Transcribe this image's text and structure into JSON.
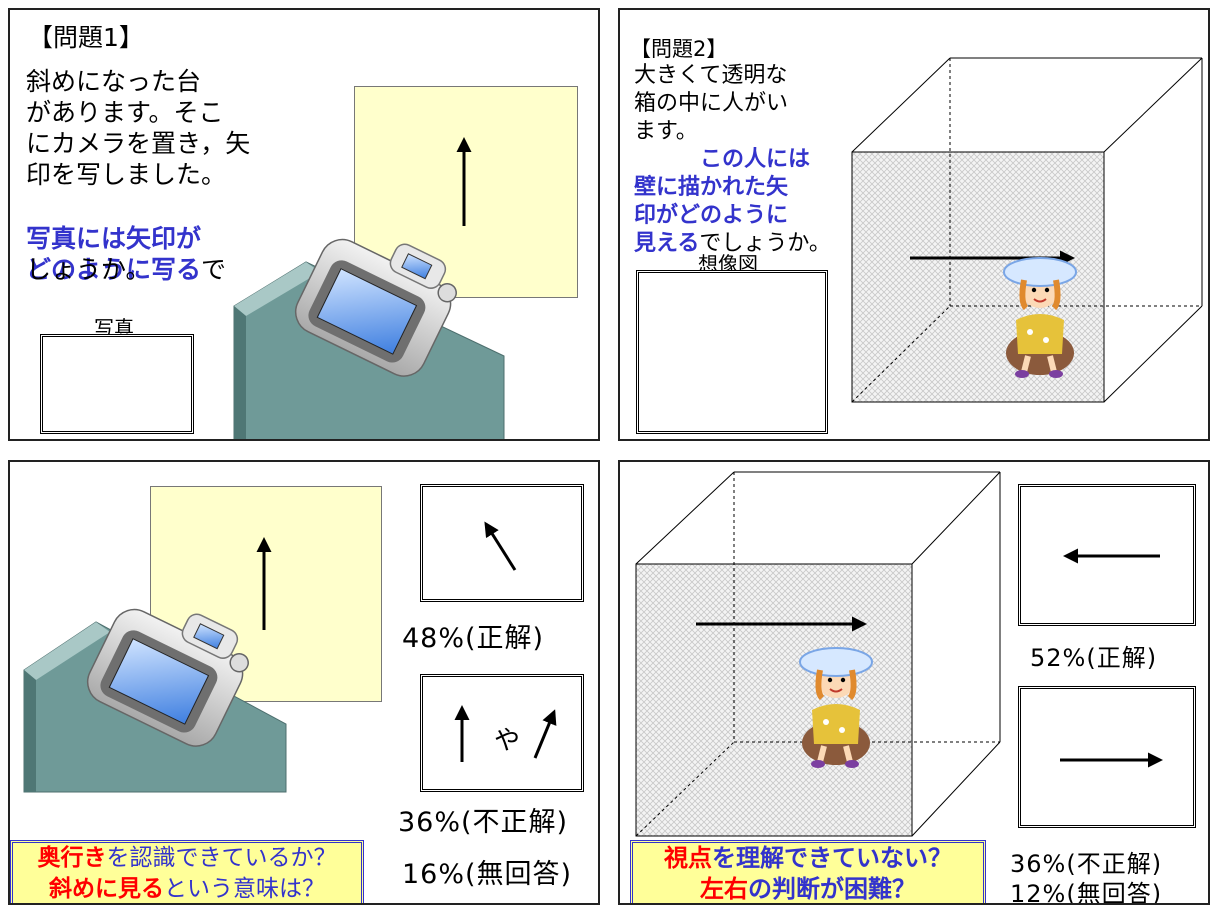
{
  "q1": {
    "heading": "【問題1】",
    "text_1": "斜めになった台\nがあります。そこ\nにカメラを置き，矢\n印を写しました。",
    "text_2_blue": "写真には矢印が\nどのように写る",
    "text_2_rest": "で",
    "text_3": "しょうか。",
    "photo_label": "写真"
  },
  "q2": {
    "heading": "【問題2】",
    "text_1": "大きくて透明な\n箱の中に人がい\nます。",
    "text_2_blue": "この人には\n壁に描かれた矢\n印がどのように\n見える",
    "text_2_rest": "でしょうか。",
    "image_label": "想像図"
  },
  "r1": {
    "pct_correct": "48%(正解)",
    "pct_incorrect": "36%(不正解)",
    "pct_noanswer": "16%(無回答)",
    "ya": "や",
    "banner_line1_red": "奥行き",
    "banner_line1_rest": "を認識できているか？",
    "banner_line2_red": "斜めに見る",
    "banner_line2_rest": "という意味は？"
  },
  "r2": {
    "pct_correct": "52%(正解)",
    "pct_incorrect": "36%(不正解)",
    "pct_noanswer": "12%(無回答)",
    "banner_line1_red": "視点",
    "banner_line1_rest": "を理解できていない？",
    "banner_line2_red": "左右",
    "banner_line2_rest": "の判断が困難？"
  },
  "colors": {
    "accent_blue": "#3333cc",
    "accent_red": "#ff0000",
    "banner_bg": "#ffff99",
    "poster_yellow": "#ffffcc",
    "stand_teal": "#6f9a98"
  },
  "icons": [
    "camera-illustration",
    "girl-illustration",
    "arrow"
  ]
}
